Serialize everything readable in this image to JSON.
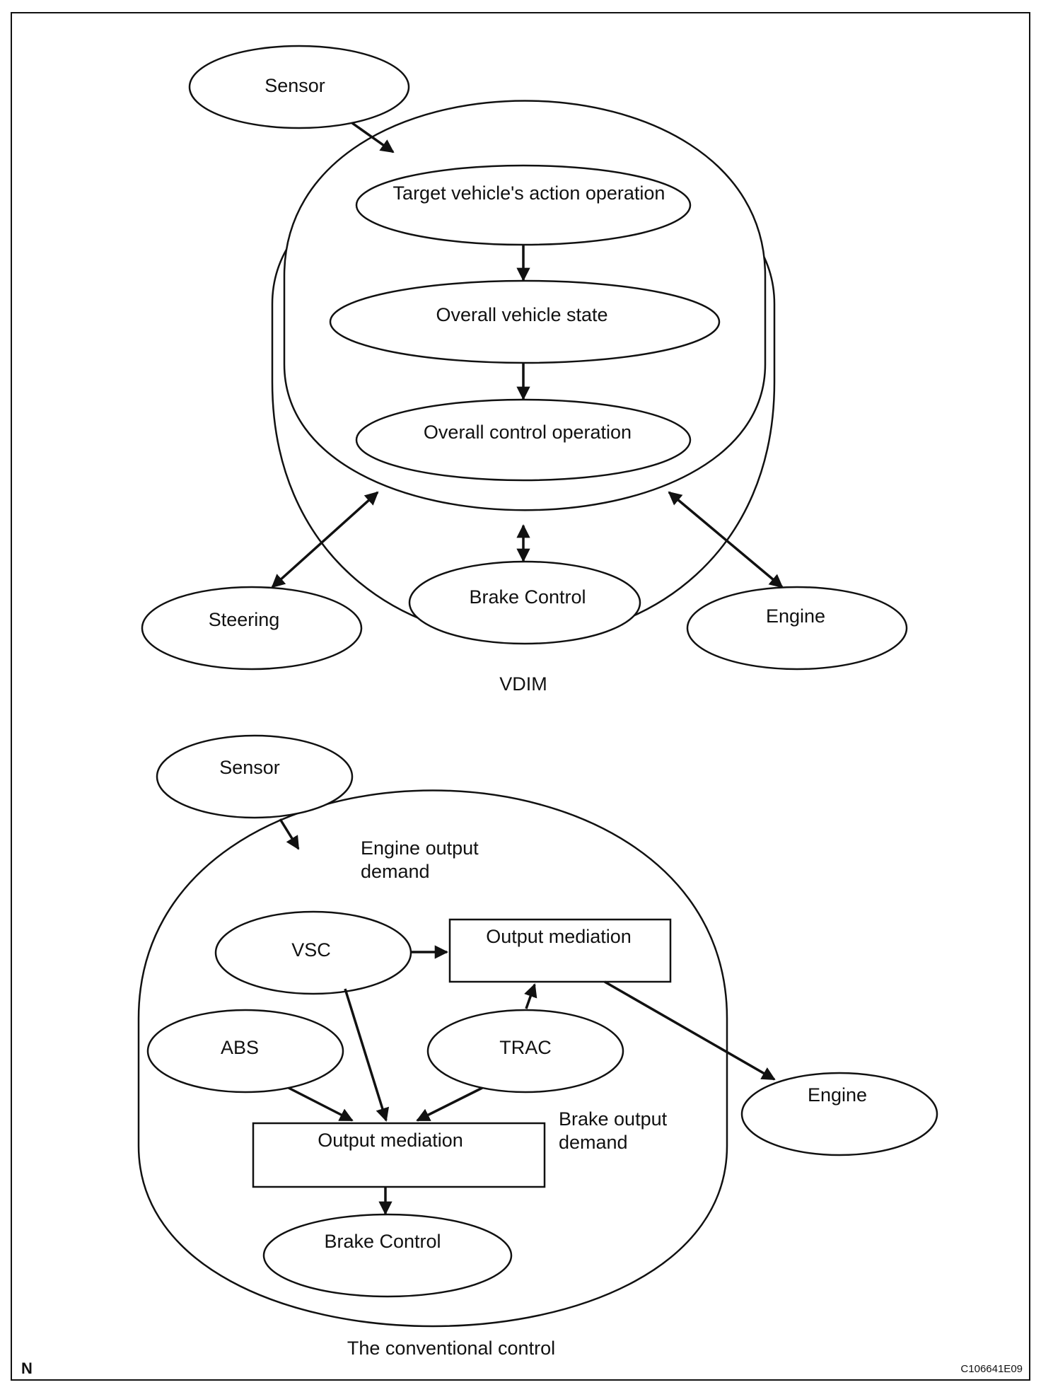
{
  "vdim": {
    "sensor": "Sensor",
    "target_action": "Target vehicle's action operation",
    "overall_state": "Overall vehicle state",
    "overall_control": "Overall control operation",
    "brake_control": "Brake Control",
    "steering": "Steering",
    "engine": "Engine",
    "caption": "VDIM"
  },
  "conventional": {
    "sensor": "Sensor",
    "engine_output_demand": [
      "Engine output",
      "demand"
    ],
    "vsc": "VSC",
    "output_mediation_engine": "Output mediation",
    "abs": "ABS",
    "trac": "TRAC",
    "engine": "Engine",
    "brake_output_demand": [
      "Brake output",
      "demand"
    ],
    "output_mediation_brake": "Output mediation",
    "brake_control": "Brake Control",
    "caption": "The conventional control"
  },
  "footer": {
    "corner_mark": "N",
    "figure_code": "C106641E09"
  }
}
